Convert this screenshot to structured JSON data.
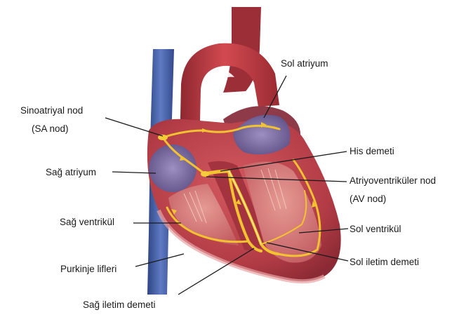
{
  "labels": {
    "sa_node_line1": "Sinoatriyal nod",
    "sa_node_line2": "(SA nod)",
    "right_atrium": "Sağ atriyum",
    "right_ventricle": "Sağ ventrikül",
    "purkinje": "Purkinje lifleri",
    "right_bundle": "Sağ iletim demeti",
    "left_atrium": "Sol atriyum",
    "his_bundle": "His demeti",
    "av_node_line1": "Atriyoventriküler nod",
    "av_node_line2": "(AV nod)",
    "left_ventricle": "Sol ventrikül",
    "left_bundle": "Sol iletim demeti"
  },
  "colors": {
    "aorta": "#c2363e",
    "vena_cava": "#4a63a8",
    "myocardium": "#b8404a",
    "chamber": "#d66f72",
    "atrium_purple": "#7a6aa0",
    "conduction": "#f2c230",
    "label_text": "#1a1a1a"
  }
}
